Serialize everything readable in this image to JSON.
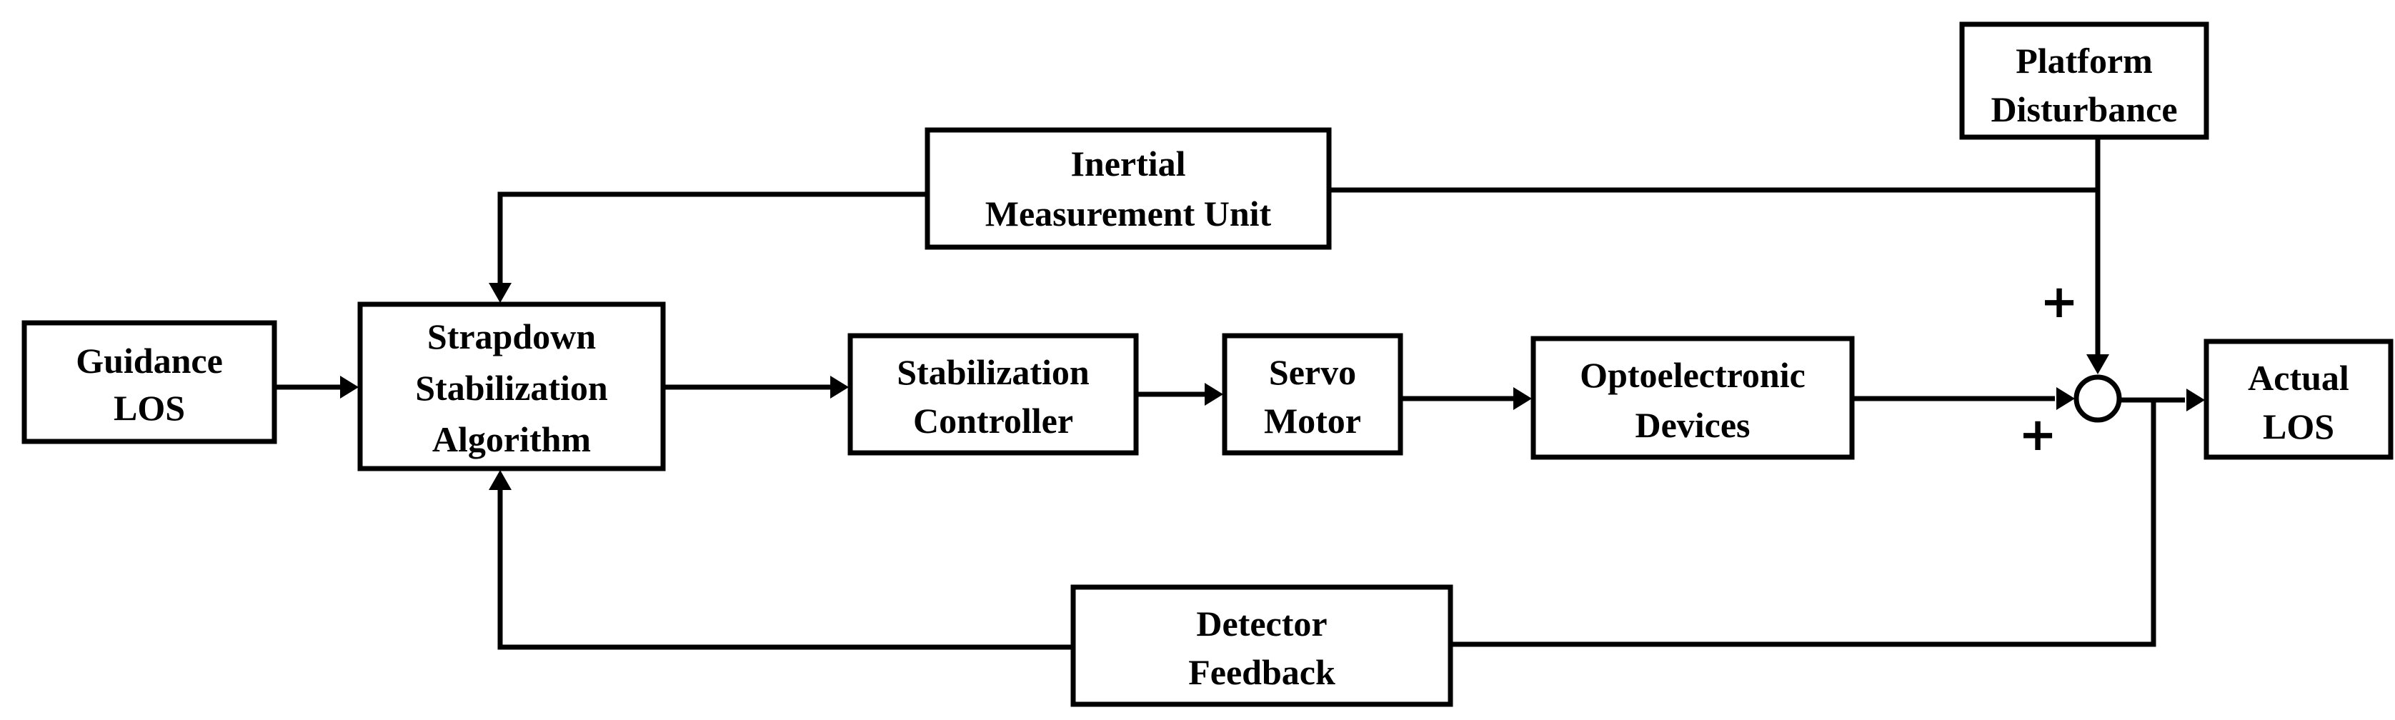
{
  "blocks": {
    "guidance_los": {
      "line1": "Guidance",
      "line2": "LOS"
    },
    "strapdown": {
      "line1": "Strapdown",
      "line2": "Stabilization",
      "line3": "Algorithm"
    },
    "imu": {
      "line1": "Inertial",
      "line2": "Measurement Unit"
    },
    "stab_controller": {
      "line1": "Stabilization",
      "line2": "Controller"
    },
    "servo_motor": {
      "line1": "Servo",
      "line2": "Motor"
    },
    "optoelectronic": {
      "line1": "Optoelectronic",
      "line2": "Devices"
    },
    "platform_disturbance": {
      "line1": "Platform",
      "line2": "Disturbance"
    },
    "actual_los": {
      "line1": "Actual",
      "line2": "LOS"
    },
    "detector_feedback": {
      "line1": "Detector",
      "line2": "Feedback"
    }
  },
  "summing_junction": {
    "sign_top": "+",
    "sign_left": "+"
  },
  "colors": {
    "stroke": "#000000",
    "background": "#ffffff"
  }
}
